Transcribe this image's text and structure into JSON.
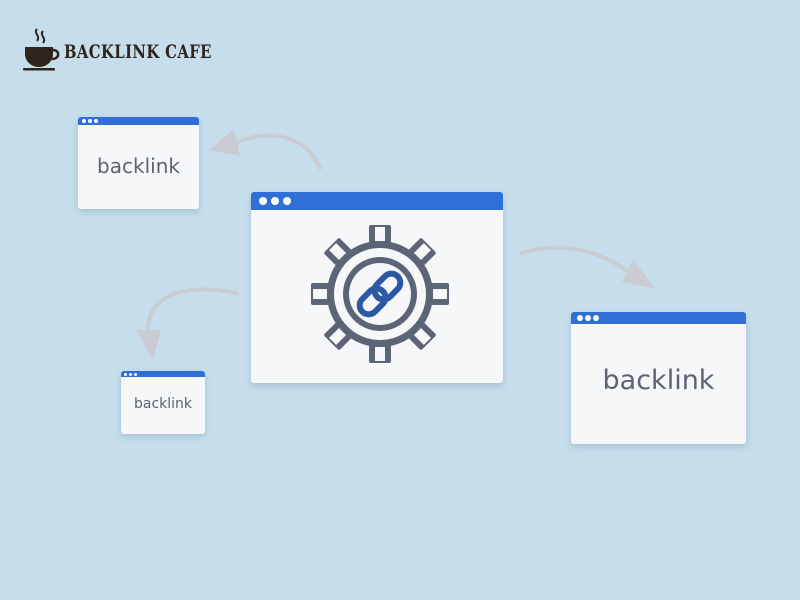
{
  "brand": {
    "name": "BACKLINK CAFE",
    "colors": {
      "accent": "#2f6fd6",
      "background": "#c6deec",
      "icon": "#5c6577",
      "link_icon": "#2d58a6"
    }
  },
  "windows": {
    "top_left": {
      "label": "backlink"
    },
    "bottom_left": {
      "label": "backlink"
    },
    "right": {
      "label": "backlink"
    },
    "center": {
      "icon": "gear-link-icon"
    }
  }
}
